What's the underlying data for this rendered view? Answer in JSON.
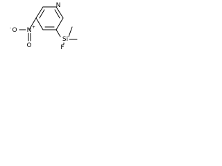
{
  "molecule": {
    "atoms": {
      "ring_nitrogen": "N",
      "nitro_nitrogen": "N",
      "nitro_oxygen_single": "O",
      "nitro_oxygen_double": "O",
      "silicon": "Si",
      "fluorine": "F"
    },
    "charges": {
      "nitro_nitrogen": "+",
      "nitro_oxygen_single": "-"
    }
  }
}
